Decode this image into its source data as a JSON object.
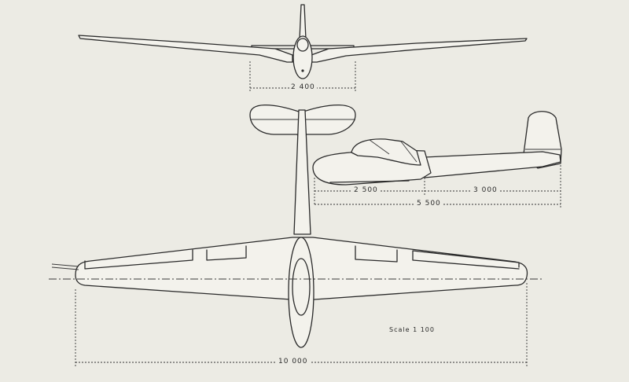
{
  "dimensions": {
    "front_span": "2 400",
    "fuselage_front": "2 500",
    "fuselage_rear": "3 000",
    "overall_length": "5 500",
    "wingspan": "10 000"
  },
  "scale_text": "Scale 1 100"
}
